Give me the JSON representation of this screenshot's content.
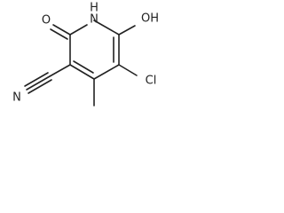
{
  "molecule": {
    "atoms": {
      "oxygen_carbonyl": "O",
      "nh": "N",
      "h": "H",
      "hydroxyl": "OH",
      "chloro": "Cl",
      "nitrile_n": "N"
    }
  }
}
